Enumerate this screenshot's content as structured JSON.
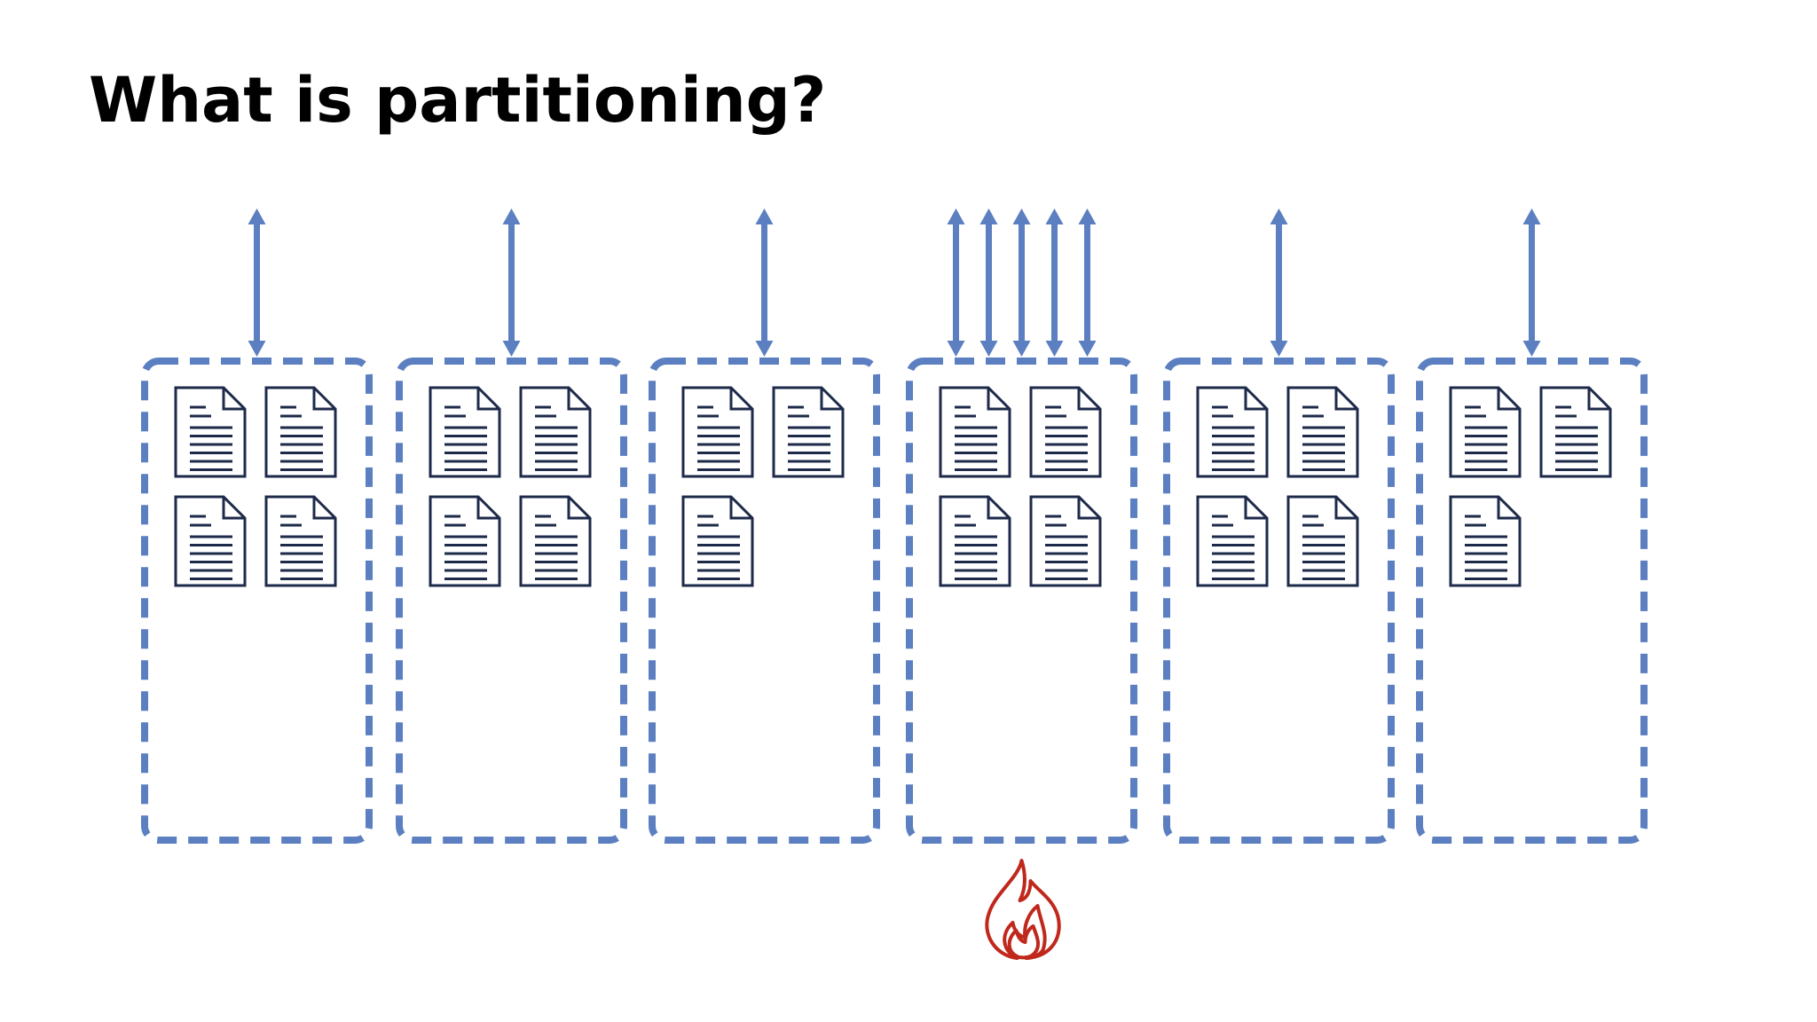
{
  "slide": {
    "title": "What is partitioning?"
  },
  "diagram": {
    "partitions": [
      {
        "documents": 4,
        "requests": 1,
        "hot": false
      },
      {
        "documents": 4,
        "requests": 1,
        "hot": false
      },
      {
        "documents": 3,
        "requests": 1,
        "hot": false
      },
      {
        "documents": 4,
        "requests": 5,
        "hot": true
      },
      {
        "documents": 4,
        "requests": 1,
        "hot": false
      },
      {
        "documents": 3,
        "requests": 1,
        "hot": false
      }
    ],
    "hot_indicator_icon": "flame-icon",
    "document_icon": "document-icon",
    "request_icon": "double-arrow-icon"
  },
  "colors": {
    "partition_border": "#5b7fc0",
    "arrow": "#5b7fc0",
    "document_stroke": "#1e2a4a",
    "flame": "#c0281c",
    "title": "#000000"
  }
}
